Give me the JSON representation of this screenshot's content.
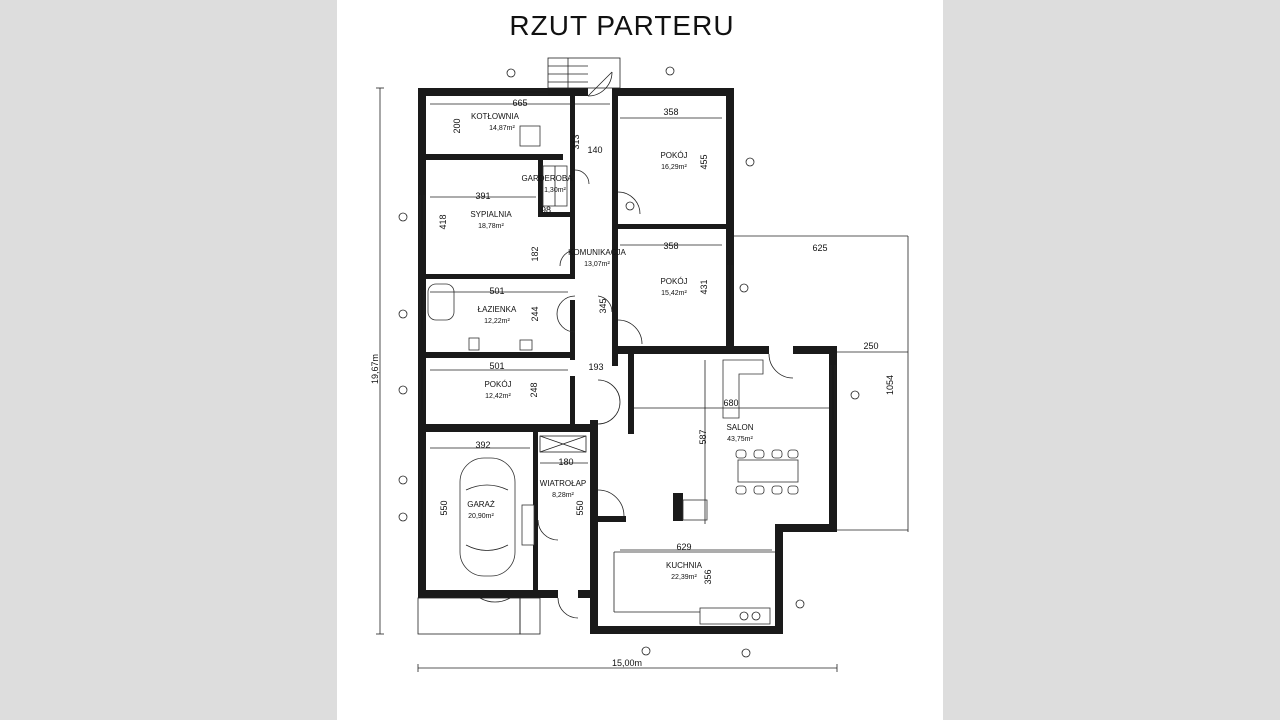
{
  "title": "RZUT PARTERU",
  "rooms": {
    "kotlownia": {
      "name": "KOTŁOWNIA",
      "area": "14,87m²"
    },
    "garderoba": {
      "name": "GARDEROBA",
      "area": "1,30m²"
    },
    "sypialnia": {
      "name": "SYPIALNIA",
      "area": "18,78m²"
    },
    "komunikacja": {
      "name": "KOMUNIKACJA",
      "area": "13,07m²"
    },
    "lazienka": {
      "name": "ŁAZIENKA",
      "area": "12,22m²"
    },
    "pokoj_sw": {
      "name": "POKÓJ",
      "area": "12,42m²"
    },
    "pokoj_ne": {
      "name": "POKÓJ",
      "area": "16,29m²"
    },
    "pokoj_e": {
      "name": "POKÓJ",
      "area": "15,42m²"
    },
    "garaz": {
      "name": "GARAŻ",
      "area": "20,90m²"
    },
    "wiatrolap": {
      "name": "WIATROŁAP",
      "area": "8,28m²"
    },
    "salon": {
      "name": "SALON",
      "area": "43,75m²"
    },
    "kuchnia": {
      "name": "KUCHNIA",
      "area": "22,39m²"
    }
  },
  "dimensions": {
    "d665": "665",
    "d200": "200",
    "d313": "313",
    "d140": "140",
    "d358a": "358",
    "d455": "455",
    "d391": "391",
    "d418": "418",
    "d98": "98",
    "d182": "182",
    "d358b": "358",
    "d625": "625",
    "d431": "431",
    "d501a": "501",
    "d244": "244",
    "d345": "345",
    "d501b": "501",
    "d193": "193",
    "d248": "248",
    "d250": "250",
    "d1054": "1054",
    "d680": "680",
    "d392": "392",
    "d180": "180",
    "d587": "587",
    "d550a": "550",
    "d550b": "550",
    "d629": "629",
    "d356": "356",
    "d1967": "19,67m",
    "d1500": "15,00m"
  }
}
